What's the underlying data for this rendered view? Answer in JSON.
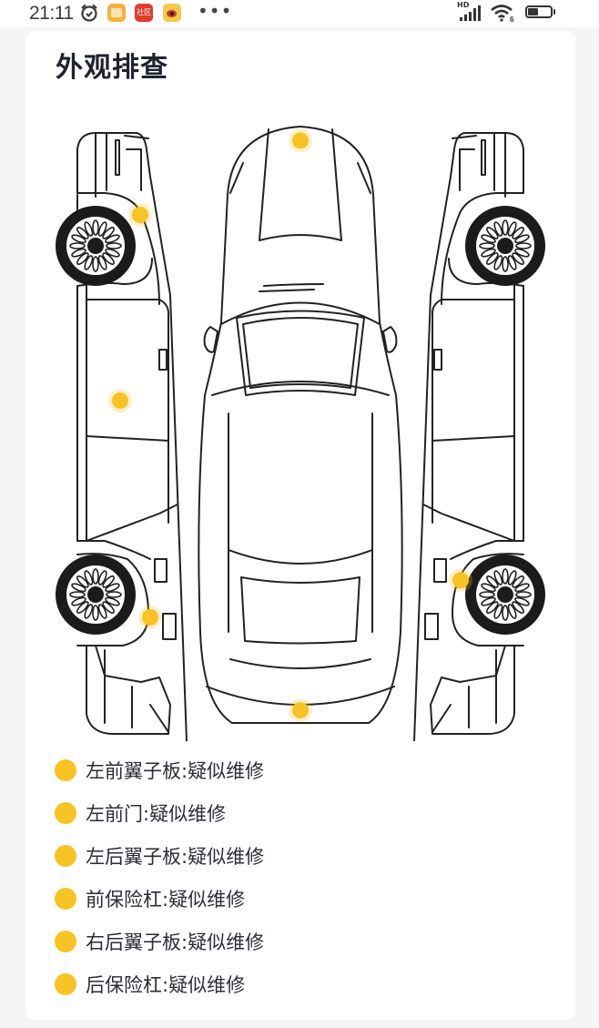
{
  "status_bar": {
    "time": "21:11",
    "icons": [
      "alarm-icon",
      "gallery-app-icon",
      "community-app-icon",
      "weibo-app-icon",
      "more-notifications-icon"
    ],
    "app_badge_text": "社区",
    "more": "•••",
    "right_icons": [
      "hd-signal-icon",
      "wifi-6-icon",
      "battery-icon"
    ],
    "network_label": "HD",
    "wifi_label": "6",
    "battery_level_percent": 40
  },
  "colors": {
    "marker": "#f7c325",
    "title": "#1f2330",
    "page_bg": "#f5f5f6",
    "card_bg": "#ffffff"
  },
  "section": {
    "title": "外观排查"
  },
  "diagram": {
    "name": "car-exterior-diagram",
    "markers": [
      {
        "part": "左前翼子板",
        "view": "left-side",
        "pos_rel": [
          0.18,
          0.15
        ]
      },
      {
        "part": "左前门",
        "view": "left-side",
        "pos_rel": [
          0.14,
          0.45
        ]
      },
      {
        "part": "左后翼子板",
        "view": "left-side",
        "pos_rel": [
          0.2,
          0.8
        ]
      },
      {
        "part": "前保险杠",
        "view": "top",
        "pos_rel": [
          0.5,
          0.03
        ]
      },
      {
        "part": "右后翼子板",
        "view": "right-side",
        "pos_rel": [
          0.82,
          0.74
        ]
      },
      {
        "part": "后保险杠",
        "view": "top",
        "pos_rel": [
          0.5,
          0.95
        ]
      }
    ]
  },
  "legend": [
    {
      "part": "左前翼子板",
      "status": "疑似维修",
      "text": "左前翼子板:疑似维修"
    },
    {
      "part": "左前门",
      "status": "疑似维修",
      "text": "左前门:疑似维修"
    },
    {
      "part": "左后翼子板",
      "status": "疑似维修",
      "text": "左后翼子板:疑似维修"
    },
    {
      "part": "前保险杠",
      "status": "疑似维修",
      "text": "前保险杠:疑似维修"
    },
    {
      "part": "右后翼子板",
      "status": "疑似维修",
      "text": "右后翼子板:疑似维修"
    },
    {
      "part": "后保险杠",
      "status": "疑似维修",
      "text": "后保险杠:疑似维修"
    }
  ]
}
